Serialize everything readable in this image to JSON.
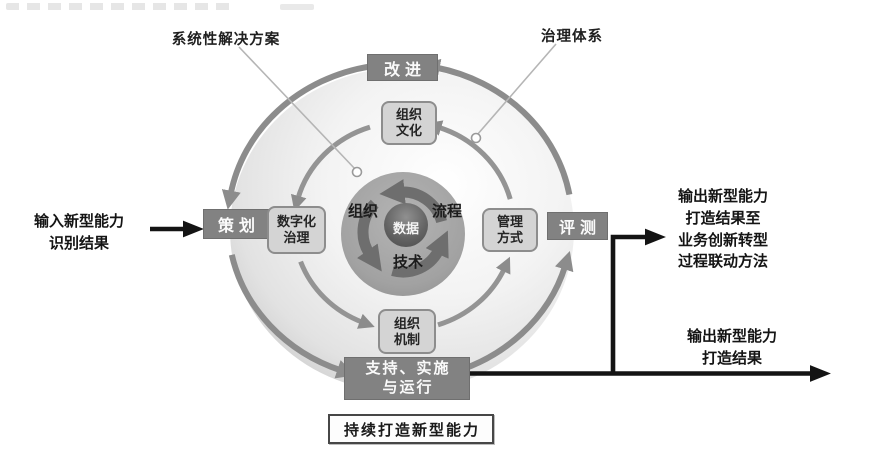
{
  "labels": {
    "solution": "系统性解决方案",
    "governance": "治理体系"
  },
  "outer_cycle": {
    "improve": "改进",
    "plan": "策划",
    "evaluate": "评测",
    "support": "支持、实施\n与运行"
  },
  "inner_cycle": {
    "culture": "组织\n文化",
    "digital_governance": "数字化\n治理",
    "management": "管理\n方式",
    "mechanism": "组织\n机制"
  },
  "core": {
    "organization": "组织",
    "process": "流程",
    "technology": "技术",
    "data": "数据"
  },
  "flows": {
    "input": "输入新型能力\n识别结果",
    "output_linkage": "输出新型能力\n打造结果至\n业务创新转型\n过程联动方法",
    "output_result": "输出新型能力\n打造结果"
  },
  "caption": "持续打造新型能力",
  "colors": {
    "dark_box": "#828282",
    "ring": "#8c8c8c",
    "swirl": "#6e6e6e",
    "flow_line": "#141414",
    "round_box_bg": "#d4d4d4",
    "round_box_border": "#8d8d8d"
  }
}
